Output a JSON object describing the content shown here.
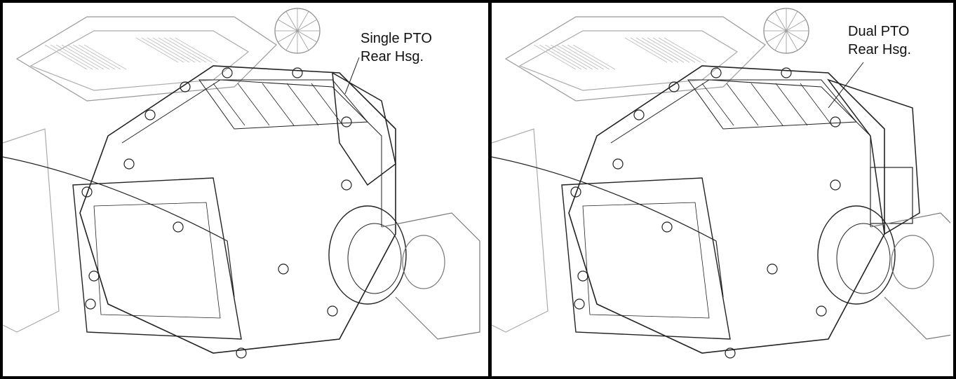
{
  "panels": [
    {
      "label_line1": "Single PTO",
      "label_line2": "Rear Hsg.",
      "drawing": "transmission-single-pto-rear-housing"
    },
    {
      "label_line1": "Dual PTO",
      "label_line2": "Rear Hsg.",
      "drawing": "transmission-dual-pto-rear-housing"
    }
  ],
  "colors": {
    "line": "#222222",
    "border": "#000000",
    "background": "#ffffff"
  }
}
